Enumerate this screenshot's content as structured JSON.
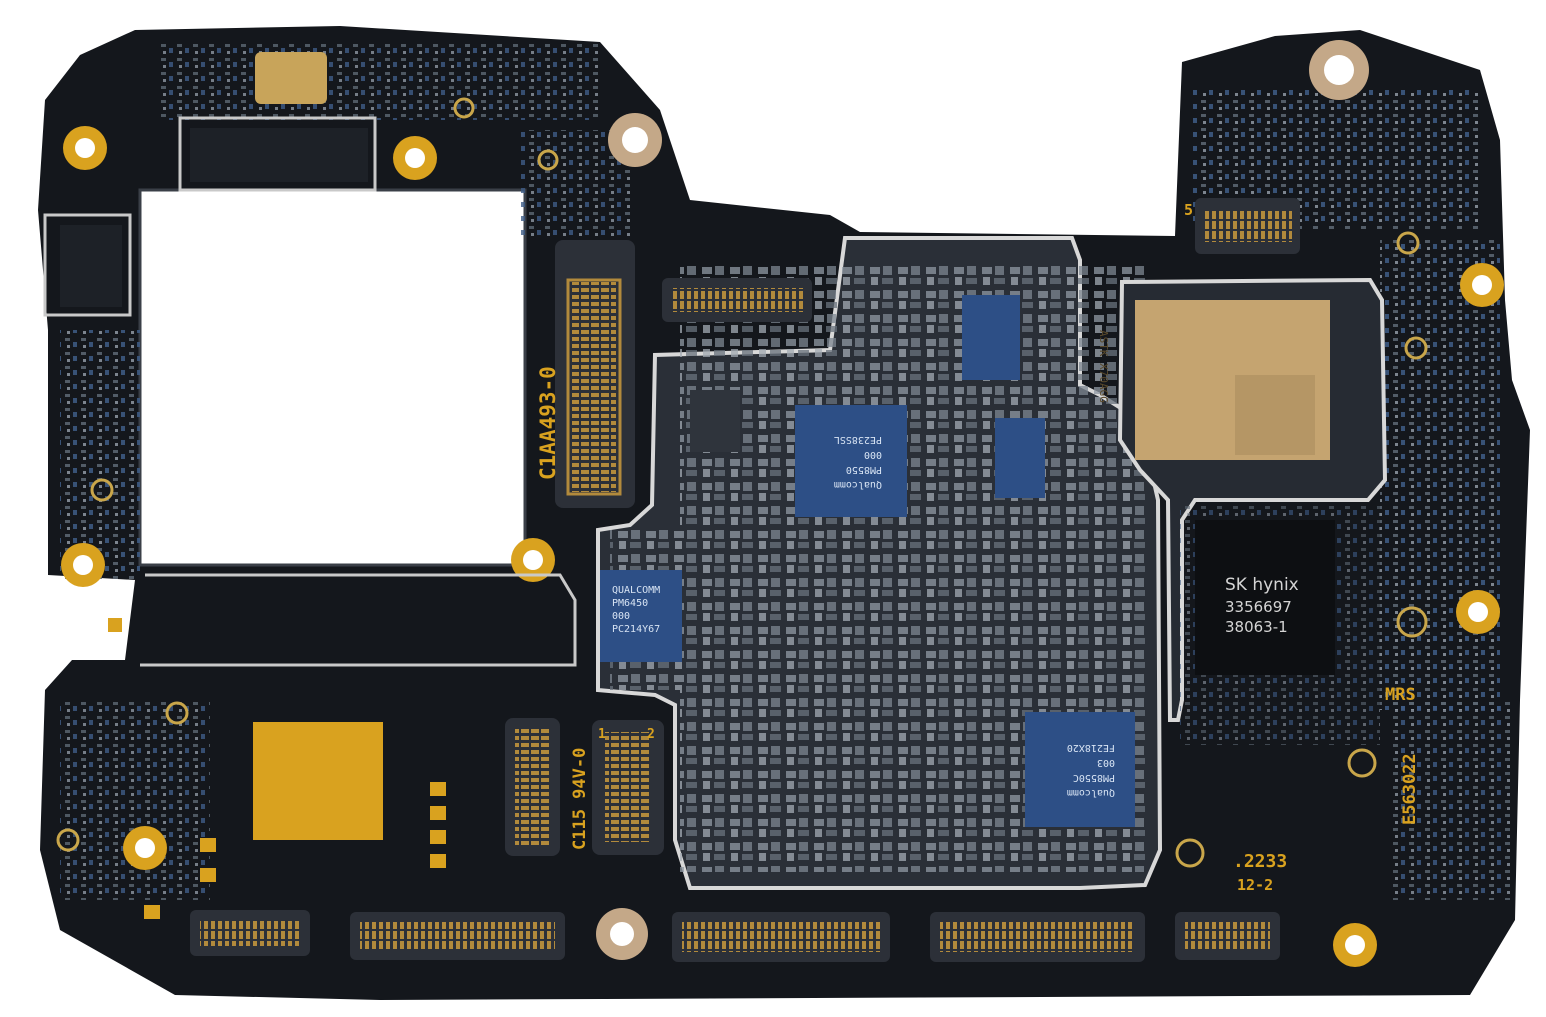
{
  "board": {
    "part_number": "C1AA493-0",
    "fpc_mark": "C115 94V-0",
    "mark_mrs": "MRS",
    "mark_e": "E563022",
    "date_line1": ".2233",
    "date_line2": "12-2",
    "connector_index": "5",
    "connector_1": "1",
    "connector_2": "2"
  },
  "chips": {
    "pm6450": {
      "line1": "QUALCOMM",
      "line2": "PM6450",
      "line3": "000",
      "line4": "PC214Y67"
    },
    "pm8550": {
      "line1": "Qualcomm",
      "line2": "PM8550",
      "line3": "000",
      "line4": "PE238SSL"
    },
    "pm8550c": {
      "line1": "Qualcomm",
      "line2": "PM8550C",
      "line3": "003",
      "line4": "FE218X20"
    },
    "hynix": {
      "brand": "SK hynix",
      "line1": "3356697",
      "line2": "38063-1"
    }
  },
  "colors": {
    "board": "#14171c",
    "gold": "#d9a21f",
    "chip_blue": "#2d4f86",
    "component_grey": "#9aa2ac",
    "shield": "#c9c9c9"
  }
}
